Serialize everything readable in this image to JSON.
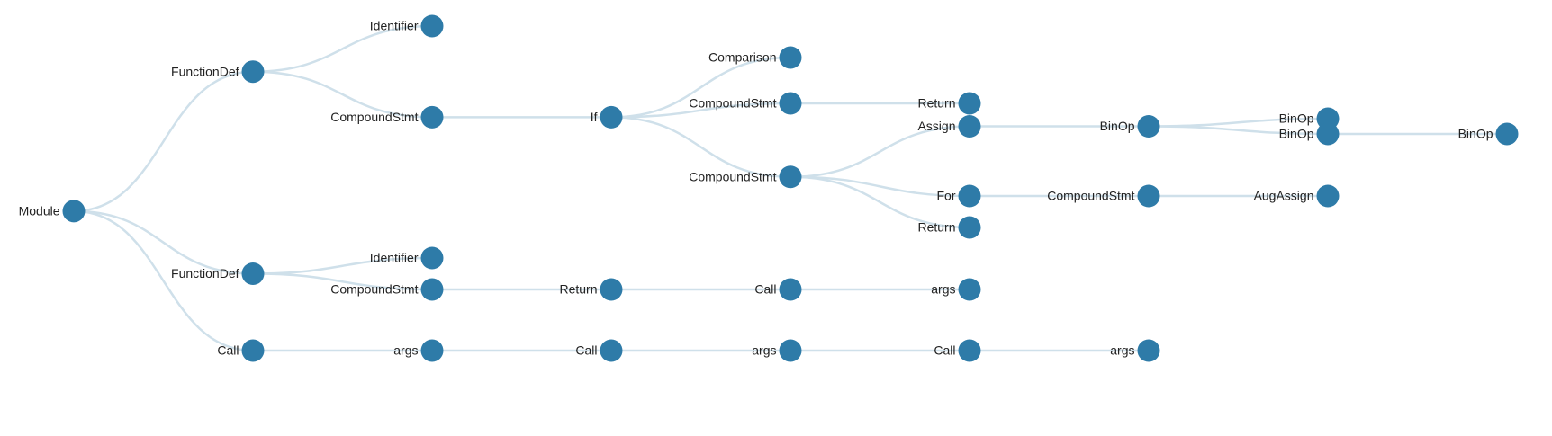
{
  "colors": {
    "node": "#2e7ba8",
    "link": "#cfe0ea",
    "label": "#222222",
    "background": "#ffffff"
  },
  "tree": {
    "name": "Module",
    "children": [
      {
        "name": "FunctionDef",
        "children": [
          {
            "name": "Identifier"
          },
          {
            "name": "CompoundStmt",
            "children": [
              {
                "name": "If",
                "children": [
                  {
                    "name": "Comparison"
                  },
                  {
                    "name": "CompoundStmt",
                    "children": [
                      {
                        "name": "Return"
                      }
                    ]
                  },
                  {
                    "name": "CompoundStmt",
                    "children": [
                      {
                        "name": "Assign",
                        "children": [
                          {
                            "name": "BinOp",
                            "children": [
                              {
                                "name": "BinOp"
                              },
                              {
                                "name": "BinOp",
                                "children": [
                                  {
                                    "name": "BinOp"
                                  }
                                ]
                              }
                            ]
                          }
                        ]
                      },
                      {
                        "name": "For",
                        "children": [
                          {
                            "name": "CompoundStmt",
                            "children": [
                              {
                                "name": "AugAssign"
                              }
                            ]
                          }
                        ]
                      },
                      {
                        "name": "Return"
                      }
                    ]
                  }
                ]
              }
            ]
          }
        ]
      },
      {
        "name": "FunctionDef",
        "children": [
          {
            "name": "Identifier"
          },
          {
            "name": "CompoundStmt",
            "children": [
              {
                "name": "Return",
                "children": [
                  {
                    "name": "Call",
                    "children": [
                      {
                        "name": "args"
                      }
                    ]
                  }
                ]
              }
            ]
          }
        ]
      },
      {
        "name": "Call",
        "children": [
          {
            "name": "args",
            "children": [
              {
                "name": "Call",
                "children": [
                  {
                    "name": "args",
                    "children": [
                      {
                        "name": "Call",
                        "children": [
                          {
                            "name": "args"
                          }
                        ]
                      }
                    ]
                  }
                ]
              }
            ]
          }
        ]
      }
    ]
  }
}
